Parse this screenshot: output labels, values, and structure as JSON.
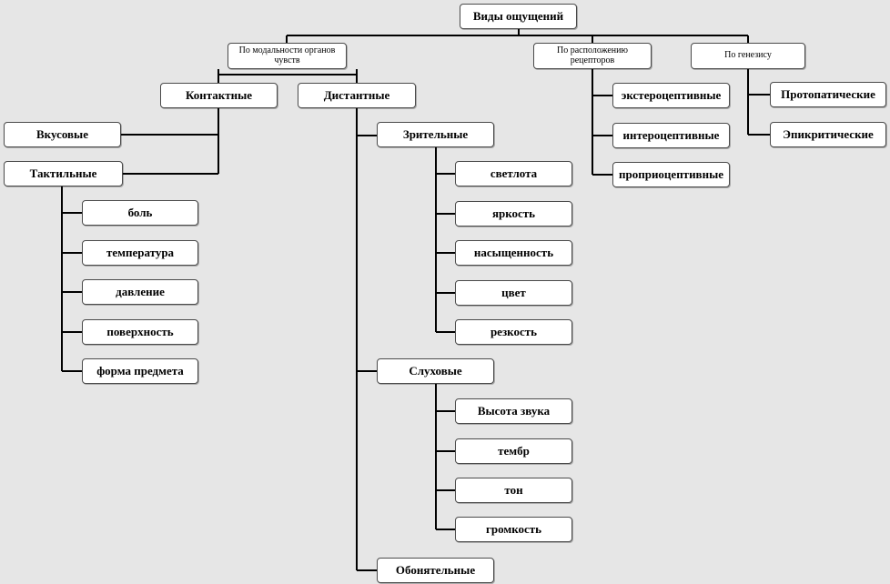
{
  "root": "Виды ощущений",
  "categories": {
    "modality": "По модальности органов чувств",
    "receptor": "По расположению рецепторов",
    "genesis": "По генезису"
  },
  "modality": {
    "contact": "Контактные",
    "distant": "Дистантные",
    "taste": "Вкусовые",
    "tactile": "Тактильные",
    "tactile_items": [
      "боль",
      "температура",
      "давление",
      "поверхность",
      "форма предмета"
    ],
    "visual": "Зрительные",
    "visual_items": [
      "светлота",
      "яркость",
      "насыщенность",
      "цвет",
      "резкость"
    ],
    "auditory": "Слуховые",
    "auditory_items": [
      "Высота звука",
      "тембр",
      "тон",
      "громкость"
    ],
    "olfactory": "Обонятельные"
  },
  "receptor_items": [
    "экстероцептивные",
    "интероцептивные",
    "проприоцептивные"
  ],
  "genesis_items": [
    "Протопатические",
    "Эпикритические"
  ]
}
